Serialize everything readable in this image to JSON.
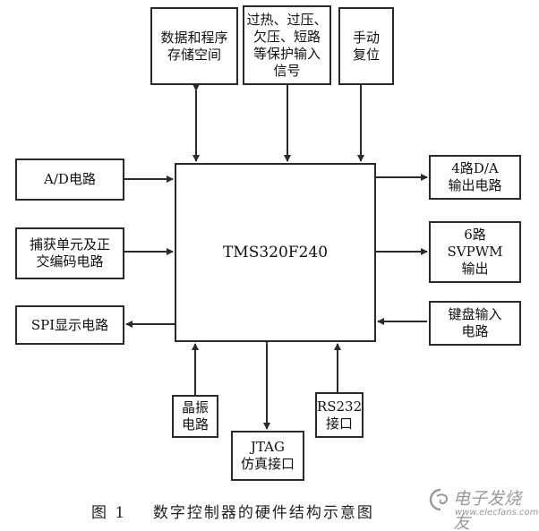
{
  "diagram": {
    "cpu": "TMS320F240",
    "top": {
      "memory": "数据和程序\n存储空间",
      "protection": "过热、过压、\n欠压、短路\n等保护输入\n信号",
      "reset": "手动\n复位"
    },
    "left": {
      "adc": "A/D电路",
      "capture": "捕获单元及正\n交编码电路",
      "spi": "SPI显示电路"
    },
    "right": {
      "dac": "4路D/A\n输出电路",
      "pwm": "6路\nSVPWM\n输出",
      "keyboard": "键盘输入\n电路"
    },
    "bottom": {
      "crystal": "晶振\n电路",
      "jtag": "JTAG\n仿真接口",
      "rs232": "RS232\n接口"
    }
  },
  "caption": "图 1    数字控制器的硬件结构示意图",
  "watermark": {
    "text_cn": "电子发烧友",
    "text_en": "www.elecfans.com"
  },
  "colors": {
    "line": "#2a2a2a",
    "text": "#111111",
    "watermark": "#9a9a9a"
  }
}
